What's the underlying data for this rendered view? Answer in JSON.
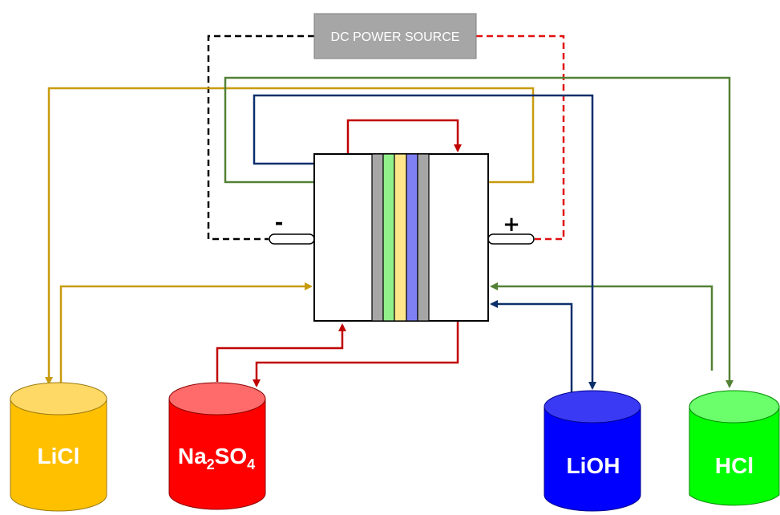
{
  "power_source": {
    "label": "DC POWER SOURCE"
  },
  "electrodes": {
    "cathode_sign": "-",
    "anode_sign": "+"
  },
  "tanks": {
    "licl": {
      "main": "LiCl",
      "sub": "",
      "tail": ""
    },
    "na2so4": {
      "main": "Na",
      "sub": "2",
      "tail": "SO",
      "sub2": "4"
    },
    "lioh": {
      "main": "LiOH",
      "sub": "",
      "tail": ""
    },
    "hcl": {
      "main": "HCl",
      "sub": "",
      "tail": ""
    }
  },
  "colors": {
    "licl_line": "#C89B0E",
    "na2so4_line": "#C00000",
    "lioh_line": "#0B2F6B",
    "hcl_line": "#538135",
    "licl_tank": "#FFC000",
    "na2so4_tank": "#FF0000",
    "lioh_tank": "#0000FF",
    "hcl_tank": "#00FF00",
    "psu_box": "#A6A6A6",
    "membrane_gray": "#A6A6A6",
    "membrane_green": "#92F08B",
    "membrane_yellow": "#FFE68A",
    "membrane_blue": "#8080F5"
  }
}
